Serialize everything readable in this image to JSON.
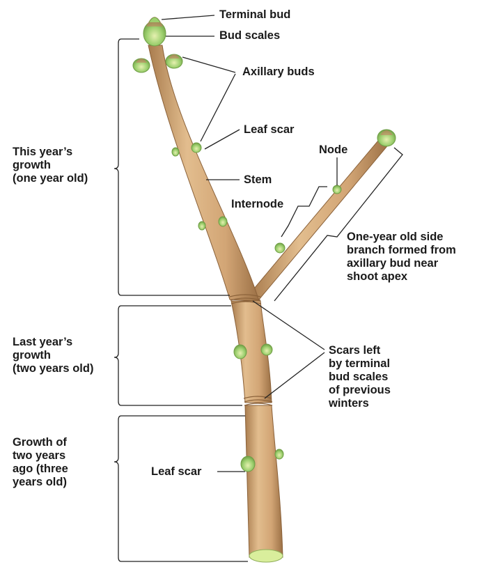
{
  "labels": {
    "terminal_bud": "Terminal bud",
    "bud_scales": "Bud scales",
    "axillary_buds": "Axillary buds",
    "leaf_scar_top": "Leaf scar",
    "node": "Node",
    "stem": "Stem",
    "internode": "Internode",
    "side_branch": "One-year old side\nbranch formed from\naxillary bud near\nshoot apex",
    "scars_left": "Scars left\nby terminal\nbud scales\nof previous\nwinters",
    "leaf_scar_bottom": "Leaf scar"
  },
  "regions": {
    "this_year": "This year’s\ngrowth\n(one year old)",
    "last_year": "Last year’s\ngrowth\n(two years old)",
    "two_years_ago": "Growth of\ntwo years\nago (three\nyears old)"
  },
  "colors": {
    "stem": "#d2a575",
    "stem_dark": "#a97c4e",
    "bud_green": "#9ccf6e",
    "bud_red": "#c97a62",
    "cut_face": "#d9ee9c",
    "line": "#222222"
  }
}
